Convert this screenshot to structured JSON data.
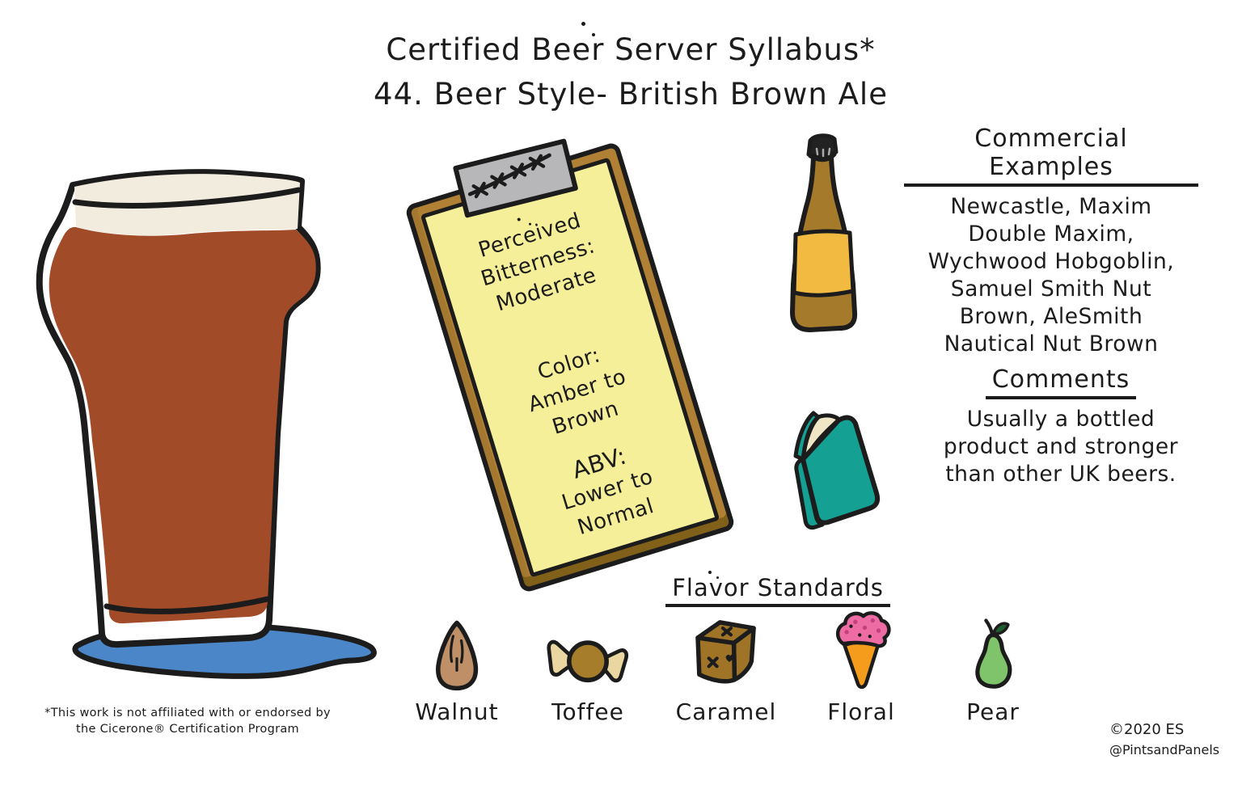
{
  "title": {
    "line1": "Certified Beer Server Syllabus*",
    "line2": "44. Beer Style- British Brown Ale"
  },
  "clipboard": {
    "bitterness_label_1": "Perceived",
    "bitterness_label_2": "Bitterness:",
    "bitterness_value": "Moderate",
    "color_label": "Color:",
    "color_value_1": "Amber to",
    "color_value_2": "Brown",
    "abv_label": "ABV:",
    "abv_value_1": "Lower to",
    "abv_value_2": "Normal"
  },
  "commercial_examples": {
    "heading": "Commercial Examples",
    "lines": [
      "Newcastle, Maxim",
      "Double Maxim,",
      "Wychwood Hobgoblin,",
      "Samuel Smith Nut",
      "Brown, AleSmith",
      "Nautical Nut Brown"
    ]
  },
  "comments": {
    "heading": "Comments",
    "lines": [
      "Usually a bottled",
      "product and stronger",
      "than other UK beers."
    ]
  },
  "flavor_standards": {
    "heading": "Flavor Standards",
    "items": [
      {
        "label": "Walnut",
        "icon": "walnut-icon"
      },
      {
        "label": "Toffee",
        "icon": "toffee-icon"
      },
      {
        "label": "Caramel",
        "icon": "caramel-icon"
      },
      {
        "label": "Floral",
        "icon": "floral-icon"
      },
      {
        "label": "Pear",
        "icon": "pear-icon"
      }
    ]
  },
  "footnote": {
    "line1": "*This work is not affiliated with or endorsed by",
    "line2": "the Cicerone® Certification Program"
  },
  "credit": {
    "copyright": "©2020 ES",
    "handle": "@PintsandPanels"
  },
  "illustrations": {
    "glass": "nonic-pint-glass-icon",
    "clipboard": "clipboard-icon",
    "bottle": "beer-bottle-icon",
    "book": "book-icon"
  },
  "colors": {
    "ink": "#1c1c1c",
    "beer_body": "#a24b28",
    "foam": "#f2ecdf",
    "shadow_blue": "#4b87c8",
    "clipboard_board": "#b08134",
    "clipboard_board_edge": "#81601a",
    "clipboard_paper": "#f6ef9a",
    "clip_gray": "#b7b7b9",
    "bottle_brown": "#a57b2b",
    "bottle_label": "#f2ba41",
    "bottle_cap": "#222222",
    "book_teal": "#14a193",
    "book_pages": "#efe6c6",
    "walnut_tan": "#bf9068",
    "toffee_brown": "#a57d2b",
    "toffee_wrapper": "#e9d6a1",
    "caramel_brown": "#9f7427",
    "floral_orange": "#f69c1d",
    "floral_pink": "#ed6ca4",
    "floral_pink_dark": "#c5407e",
    "pear_green": "#7fc46a",
    "pear_leaf": "#1c5e2d"
  }
}
